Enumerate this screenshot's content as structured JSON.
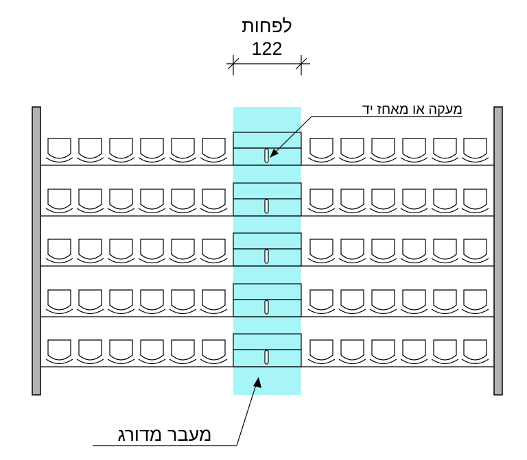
{
  "labels": {
    "min_width_title": "לפחות",
    "min_width_value": "122",
    "handrail": "מעקה או מאחז יד",
    "stepped_aisle": "מעבר מדורג"
  },
  "layout_counts": {
    "rows": 5,
    "seats_per_side": 6
  },
  "colors": {
    "aisle_fill": "#a8f5f8",
    "line": "#000000",
    "wall_fill": "#b3b3b3"
  },
  "icons": {
    "seat": "theater-seat-icon",
    "handrail": "handrail-icon",
    "arrow": "leader-arrow-icon"
  }
}
